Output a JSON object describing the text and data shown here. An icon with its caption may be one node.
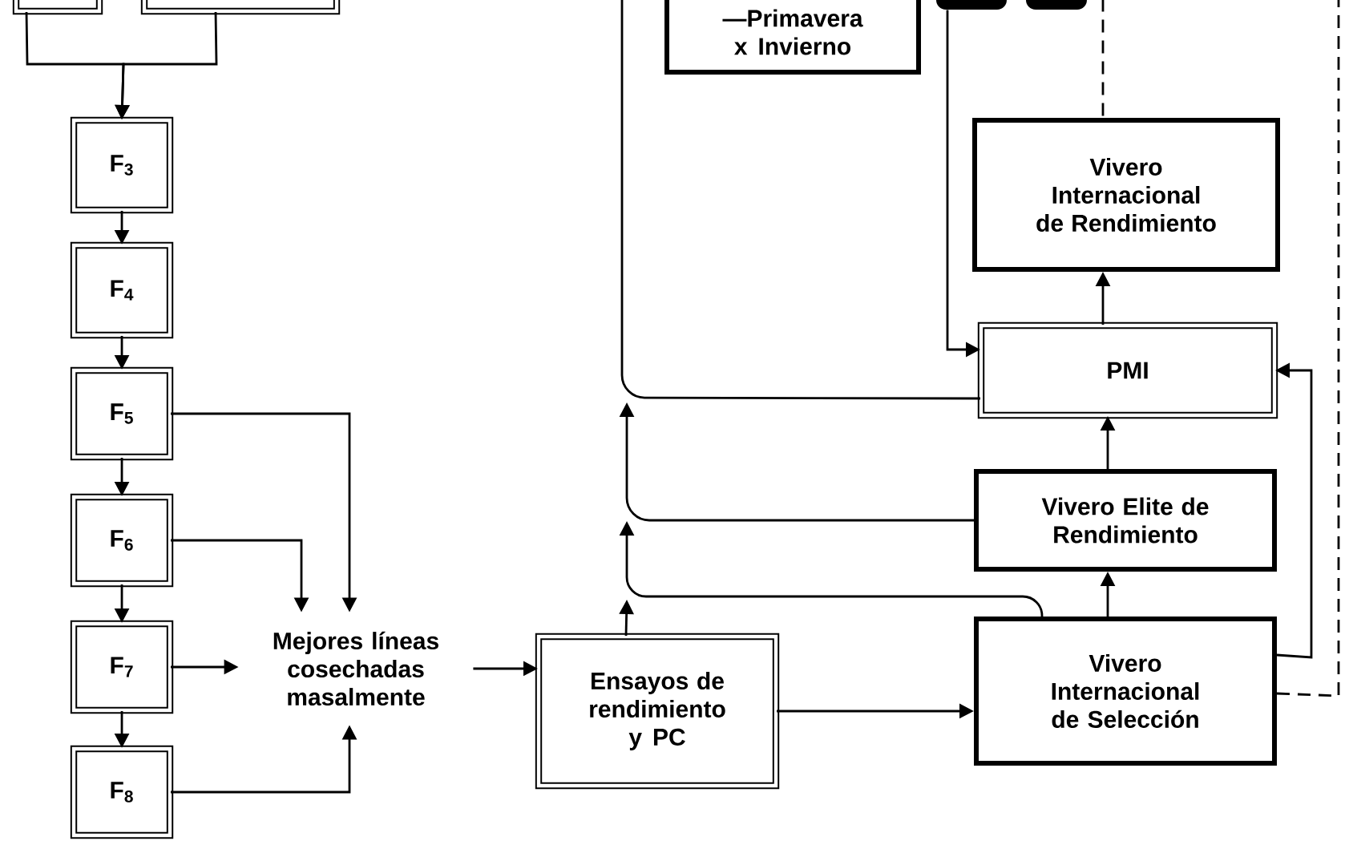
{
  "diagram": {
    "nodes": [
      {
        "text": [],
        "shape": "box"
      },
      {
        "text": [],
        "shape": "box"
      },
      {
        "text": [
          "—Primavera x Invierno"
        ]
      },
      {
        "text": [],
        "shape": "blob"
      },
      {
        "text": [],
        "shape": "blob"
      },
      {
        "text": [
          "F$_{3}$"
        ]
      },
      {
        "text": [
          "F$_{4}$"
        ]
      },
      {
        "text": [
          "F$_{5}$"
        ]
      },
      {
        "text": [
          "F$_{6}$"
        ]
      },
      {
        "text": [
          "F$_{7}$"
        ]
      },
      {
        "text": [
          "F$_{8}$"
        ]
      },
      {
        "text": [
          "Vivero Internacional de Rendimiento"
        ]
      },
      {
        "text": [
          "PMI"
        ]
      },
      {
        "text": [
          "Vivero Elite de Rendimiento"
        ]
      },
      {
        "text": [
          "Mejores líneas cosechadas masalmente"
        ]
      },
      {
        "text": [
          "Ensayos de rendimiento y PC"
        ]
      },
      {
        "text": [
          "Vivero Internacional de Selección"
        ]
      }
    ],
    "edges": [
      {
        "from": 0,
        "to": 5,
        "arrow": "to"
      },
      {
        "from": 1,
        "to": 5,
        "arrow": "to"
      },
      {
        "from": 5,
        "to": 6,
        "arrow": "to"
      },
      {
        "from": 6,
        "to": 7,
        "arrow": "to"
      },
      {
        "from": 7,
        "to": 8,
        "arrow": "to"
      },
      {
        "from": 8,
        "to": 9,
        "arrow": "to"
      },
      {
        "from": 9,
        "to": 10,
        "arrow": "to"
      },
      {
        "from": 7,
        "to": 14,
        "arrow": "to"
      },
      {
        "from": 8,
        "to": 14,
        "arrow": "to"
      },
      {
        "from": 9,
        "to": 14,
        "arrow": "to"
      },
      {
        "from": 10,
        "to": 14,
        "arrow": "to"
      },
      {
        "from": 14,
        "to": 15,
        "arrow": "to"
      },
      {
        "from": 15,
        "to": null,
        "arrow": "to"
      },
      {
        "from": 15,
        "to": 16,
        "arrow": "to"
      },
      {
        "from": 16,
        "to": 13,
        "arrow": "to"
      },
      {
        "from": 13,
        "to": 12,
        "arrow": "to"
      },
      {
        "from": 12,
        "to": 11,
        "arrow": "to"
      },
      {
        "from": 16,
        "to": null,
        "arrow": "to"
      },
      {
        "from": 13,
        "to": null,
        "arrow": "to"
      },
      {
        "from": 12,
        "to": null,
        "arrow": "none"
      },
      {
        "from": 16,
        "to": 12,
        "arrow": "to"
      },
      {
        "from": 3,
        "to": 12,
        "arrow": "to"
      },
      {
        "from": 4,
        "to": 11,
        "arrow": "none",
        "style": "dashed"
      },
      {
        "from": 16,
        "to": null,
        "arrow": "none",
        "style": "dashed"
      }
    ]
  }
}
